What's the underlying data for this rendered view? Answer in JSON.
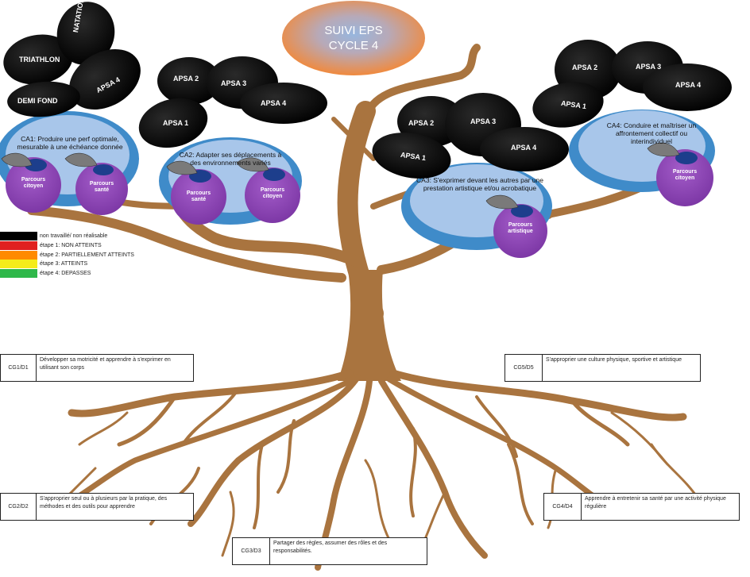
{
  "title": {
    "line1": "SUIVI EPS",
    "line2": "CYCLE 4"
  },
  "ca": [
    {
      "text": "CA1: Produire une perf optimale, mesurable à une échéance donnée",
      "leaves": [
        "TRIATHLON",
        "NATATION",
        "APSA 4",
        "DEMI FOND"
      ],
      "fruits": [
        "Parcours citoyen",
        "Parcours santé"
      ]
    },
    {
      "text": "CA2: Adapter ses déplacements à des environnements variés",
      "leaves": [
        "APSA 2",
        "APSA 3",
        "APSA 4",
        "APSA 1"
      ],
      "fruits": [
        "Parcours santé",
        "Parcours citoyen"
      ]
    },
    {
      "text": "CA3: S'exprimer devant les autres par une prestation artistique et/ou acrobatique",
      "leaves": [
        "APSA 2",
        "APSA 3",
        "APSA 4",
        "APSA 1"
      ],
      "fruits": [
        "Parcours artistique"
      ]
    },
    {
      "text": "CA4: Conduire et maîtriser un affrontement collectif ou interindividuel",
      "leaves": [
        "APSA 2",
        "APSA 3",
        "APSA 4",
        "APSA 1"
      ],
      "fruits": [
        "Parcours citoyen"
      ]
    }
  ],
  "legend": [
    {
      "color": "#000000",
      "label": "non travaillé/ non réalisable"
    },
    {
      "color": "#e02020",
      "label": "étape 1: NON ATTEINTS"
    },
    {
      "color": "#ff8a00",
      "label": "étape 2: PARTIELLEMENT ATTEINTS"
    },
    {
      "color": "#f5ec1a",
      "label": "étape 3: ATTEINTS"
    },
    {
      "color": "#2fb84a",
      "label": "étape 4: DEPASSES"
    }
  ],
  "cg": [
    {
      "code": "CG1/D1",
      "text": "Développer sa motricité et apprendre à s'exprimer en utilisant son corps"
    },
    {
      "code": "CG5/D5",
      "text": "S'approprier une culture physique, sportive et artistique"
    },
    {
      "code": "CG2/D2",
      "text": "S'approprier seul ou à plusieurs par la pratique, des méthodes et des outils pour apprendre"
    },
    {
      "code": "CG4/D4",
      "text": "Apprendre à entretenir sa santé par une activité physique régulière"
    },
    {
      "code": "CG3/D3",
      "text": "Partager des règles, assumer des rôles et des responsabilités."
    }
  ],
  "colors": {
    "trunk": "#a9743f",
    "leaf": "#0a0a0a",
    "fruit": "#8e44b5",
    "fruit_cap": "#1d3e8c",
    "ellipse_outer": "#3f8bc9",
    "ellipse_inner": "#a8c6ea",
    "title_outer": "#ef8a43",
    "title_inner": "#8fb1db"
  }
}
